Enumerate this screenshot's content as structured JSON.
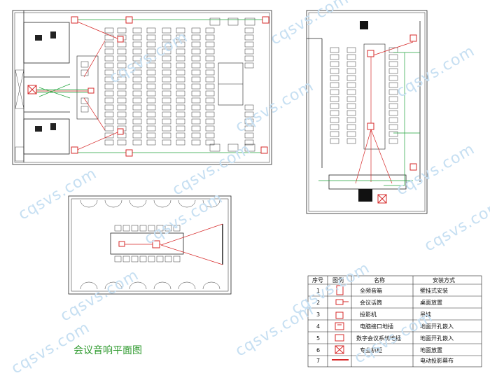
{
  "title": "会议音响平面图",
  "watermark": "cqsvs.com",
  "legend": {
    "headers": [
      "序号",
      "图例",
      "名称",
      "安装方式"
    ],
    "rows": [
      {
        "no": "1",
        "icon": "full-range-speaker-icon",
        "name": "全频音箱",
        "install": "壁挂式安装"
      },
      {
        "no": "2",
        "icon": "conference-microphone-icon",
        "name": "会议话筒",
        "install": "桌面放置"
      },
      {
        "no": "3",
        "icon": "projector-icon",
        "name": "投影机",
        "install": "吊挂"
      },
      {
        "no": "4",
        "icon": "computer-floor-socket-icon",
        "name": "电脑接口地插",
        "install": "地面开孔嵌入"
      },
      {
        "no": "5",
        "icon": "digital-conference-floor-socket-icon",
        "name": "数字会议系统地插",
        "install": "地面开孔嵌入"
      },
      {
        "no": "6",
        "icon": "equipment-rack-icon",
        "name": "专业机柜",
        "install": "地面放置"
      },
      {
        "no": "7",
        "icon": "motorized-screen-icon",
        "name": "",
        "install": "电动投影幕布"
      }
    ]
  },
  "colors": {
    "line": "#222222",
    "device": "#d62828",
    "cable": "#1fa33a",
    "title": "#2f9a2f",
    "watermark": "#c6dff2"
  }
}
